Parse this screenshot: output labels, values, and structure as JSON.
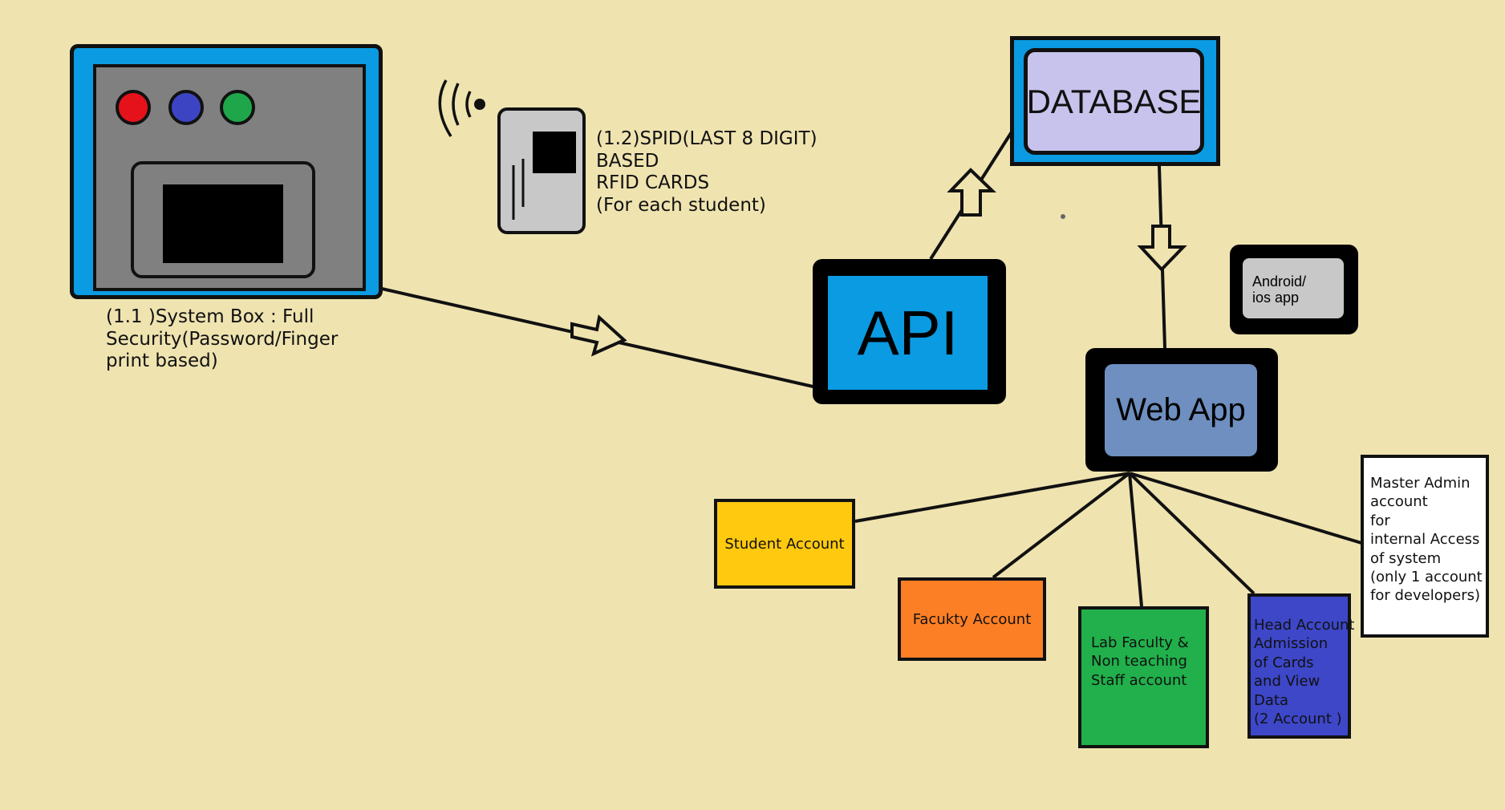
{
  "system_box": {
    "label_lines": [
      "(1.1 )System Box : Full",
      "Security(Password/Finger",
      "print based)"
    ],
    "button_colors": [
      "#e5121b",
      "#3c44c4",
      "#1fa64a"
    ]
  },
  "rfid_card": {
    "label_lines": [
      "(1.2)SPID(LAST 8 DIGIT)",
      "BASED",
      "RFID CARDS",
      "(For each student)"
    ]
  },
  "database": {
    "label": "DATABASE"
  },
  "api": {
    "label": "API"
  },
  "web_app": {
    "label": "Web App"
  },
  "mobile_app": {
    "label_lines": [
      "Android/",
      "ios app"
    ]
  },
  "accounts": {
    "student": {
      "label": "Student Account"
    },
    "faculty": {
      "label": "Facukty Account"
    },
    "lab": {
      "label_lines": [
        "Lab Faculty &",
        "Non teaching",
        "Staff account"
      ]
    },
    "head": {
      "label_lines": [
        "Head Account",
        "Admission",
        "of Cards",
        "and View",
        "Data",
        "(2 Account )"
      ]
    },
    "master": {
      "label_lines": [
        "Master Admin",
        "account",
        "for",
        "internal Access",
        "of system",
        "(only 1 account",
        "for developers)"
      ]
    }
  },
  "colors": {
    "background": "#efe3b0",
    "blue": "#0a9be2",
    "database_fill": "#c8c3ec",
    "web_app_fill": "#6e8fbf",
    "student": "#fec90f",
    "faculty": "#fd7f25",
    "lab": "#21b04b",
    "head": "#3d47c8",
    "master": "#ffffff"
  }
}
